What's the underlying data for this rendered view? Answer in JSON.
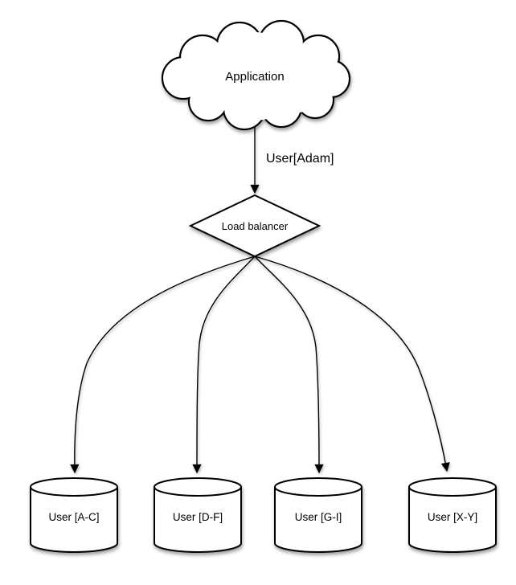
{
  "diagram": {
    "background_color": "#ffffff",
    "stroke_color": "#000000",
    "node_fill_color": "#ffffff",
    "text_color": "#000000",
    "nodes": {
      "application": {
        "label": "Application",
        "shape": "cloud"
      },
      "load_balancer": {
        "label": "Load balancer",
        "shape": "diamond"
      },
      "shards": [
        {
          "label": "User [A-C]",
          "shape": "cylinder"
        },
        {
          "label": "User [D-F]",
          "shape": "cylinder"
        },
        {
          "label": "User [G-I]",
          "shape": "cylinder"
        },
        {
          "label": "User [X-Y]",
          "shape": "cylinder"
        }
      ]
    },
    "edges": {
      "app_to_lb": {
        "from": "Application",
        "to": "Load balancer",
        "label": "User[Adam]",
        "style": "straight-arrow"
      },
      "lb_to_shards": [
        {
          "from": "Load balancer",
          "to": "User [A-C]",
          "style": "curved-arrow"
        },
        {
          "from": "Load balancer",
          "to": "User [D-F]",
          "style": "curved-arrow"
        },
        {
          "from": "Load balancer",
          "to": "User [G-I]",
          "style": "curved-arrow"
        },
        {
          "from": "Load balancer",
          "to": "User [X-Y]",
          "style": "curved-arrow"
        }
      ]
    }
  }
}
